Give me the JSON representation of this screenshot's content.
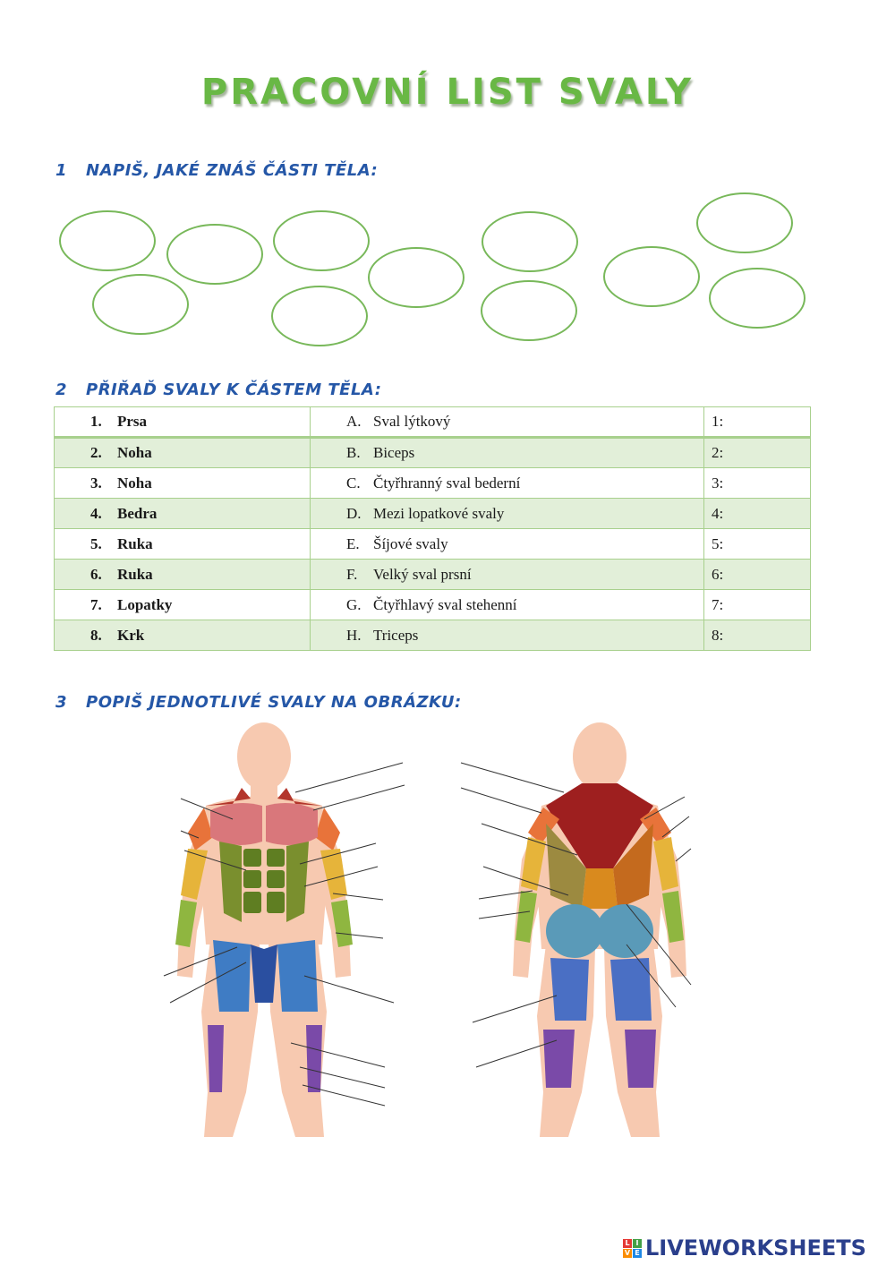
{
  "title": "Pracovní list svaly",
  "section1": {
    "number": "1",
    "heading": "Napiš, jaké znáš části těla:"
  },
  "section2": {
    "number": "2",
    "heading": "Přiřaď svaly k částem těla:",
    "rows": [
      {
        "n": "1.",
        "part": "Prsa",
        "l": "A.",
        "muscle": "Sval lýtkový",
        "ans": "1:"
      },
      {
        "n": "2.",
        "part": "Noha",
        "l": "B.",
        "muscle": "Biceps",
        "ans": "2:"
      },
      {
        "n": "3.",
        "part": "Noha",
        "l": "C.",
        "muscle": "Čtyřhranný sval bederní",
        "ans": "3:"
      },
      {
        "n": "4.",
        "part": "Bedra",
        "l": "D.",
        "muscle": "Mezi lopatkové svaly",
        "ans": "4:"
      },
      {
        "n": "5.",
        "part": "Ruka",
        "l": "E.",
        "muscle": "Šíjové svaly",
        "ans": "5:"
      },
      {
        "n": "6.",
        "part": "Ruka",
        "l": "F.",
        "muscle": "Velký sval prsní",
        "ans": "6:"
      },
      {
        "n": "7.",
        "part": "Lopatky",
        "l": "G.",
        "muscle": "Čtyřhlavý sval stehenní",
        "ans": "7:"
      },
      {
        "n": "8.",
        "part": "Krk",
        "l": "H.",
        "muscle": "Triceps",
        "ans": "8:"
      }
    ]
  },
  "section3": {
    "number": "3",
    "heading": "Popiš jednotlivé svaly na obrázku:"
  },
  "colors": {
    "title": "#69b845",
    "heading": "#2557a7",
    "oval_border": "#78b85a",
    "table_border": "#a8d08d",
    "table_band": "#e2efd9"
  },
  "footer": {
    "brand": "LIVEWORKSHEETS",
    "logo_letters": [
      "L",
      "I",
      "V",
      "E"
    ]
  }
}
